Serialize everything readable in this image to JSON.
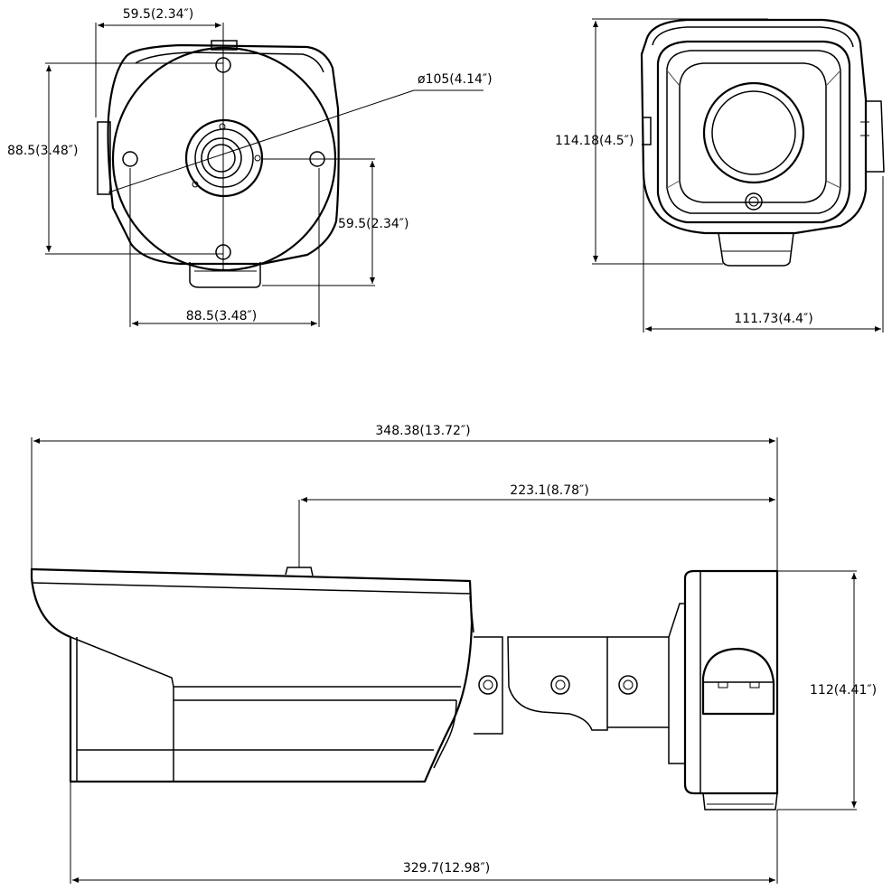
{
  "drawing": {
    "front_view": {
      "dim_top": "59.5(2.34″)",
      "dim_left": "88.5(3.48″)",
      "dim_diameter": "ø105(4.14″)",
      "dim_right": "59.5(2.34″)",
      "dim_bottom": "88.5(3.48″)"
    },
    "rear_view": {
      "dim_height": "114.18(4.5″)",
      "dim_width": "111.73(4.4″)"
    },
    "side_view": {
      "dim_overall_length": "348.38(13.72″)",
      "dim_mount_offset": "223.1(8.78″)",
      "dim_box_height": "112(4.41″)",
      "dim_housing_length": "329.7(12.98″)"
    }
  }
}
